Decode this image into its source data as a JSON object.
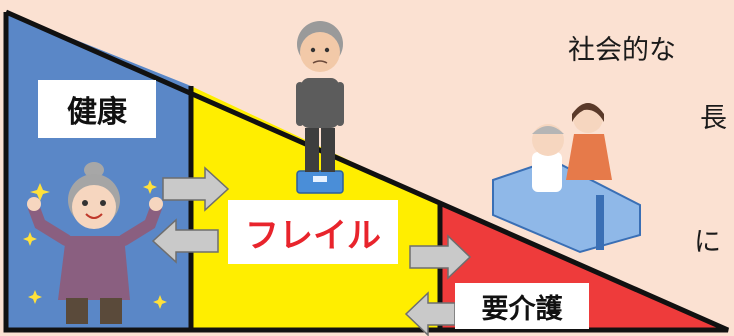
{
  "stages": {
    "healthy": "健康",
    "frailty": "フレイル",
    "care": "要介護"
  },
  "side_text": {
    "line1": "社会的な",
    "line2": "長",
    "line3": "に"
  },
  "colors": {
    "healthy": "#5a87c7",
    "frailty": "#ffee00",
    "care": "#ee3b3b",
    "frailty_text": "#e8242c",
    "background": "#fbe1d2"
  },
  "icons": [
    "elderly-woman-cheering-illustration",
    "elderly-man-on-scale-illustration",
    "bedridden-elderly-with-caregiver-illustration"
  ]
}
